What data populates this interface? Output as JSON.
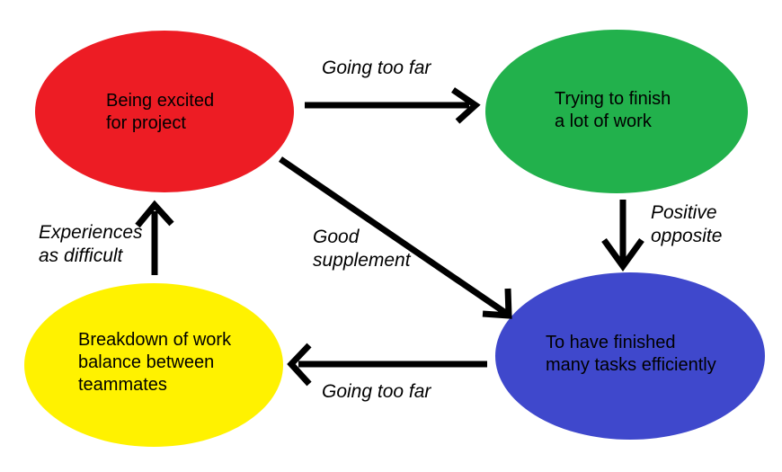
{
  "diagram": {
    "background": "#ffffff",
    "arrow_color": "#000000",
    "text_color": "#000000",
    "nodes": {
      "excited": {
        "label": "Being excited for project",
        "lines": [
          "Being excited",
          "for project"
        ],
        "color": "#ed1c24"
      },
      "trying": {
        "label": "Trying to finish a lot of work",
        "lines": [
          "Trying to finish",
          "a lot of work"
        ],
        "color": "#22b14c"
      },
      "finished": {
        "label": "To have finished many tasks efficiently",
        "lines": [
          "To have finished",
          "many tasks efficiently"
        ],
        "color": "#3f48cc"
      },
      "breakdown": {
        "label": "Breakdown of work balance between teammates",
        "lines": [
          "Breakdown of work",
          "balance between",
          "teammates"
        ],
        "color": "#fff200"
      }
    },
    "edges": {
      "top": {
        "label": "Going too far",
        "lines": [
          "Going too far"
        ],
        "from": "excited",
        "to": "trying"
      },
      "right": {
        "label": "Positive opposite",
        "lines": [
          "Positive",
          "opposite"
        ],
        "from": "trying",
        "to": "finished"
      },
      "diagonal": {
        "label": "Good supplement",
        "lines": [
          "Good",
          "supplement"
        ],
        "from": "excited",
        "to": "finished"
      },
      "bottom": {
        "label": "Going too far",
        "lines": [
          "Going too far"
        ],
        "from": "finished",
        "to": "breakdown"
      },
      "left": {
        "label": "Experiences as difficult",
        "lines": [
          "Experiences",
          "as difficult"
        ],
        "from": "breakdown",
        "to": "excited"
      }
    }
  }
}
